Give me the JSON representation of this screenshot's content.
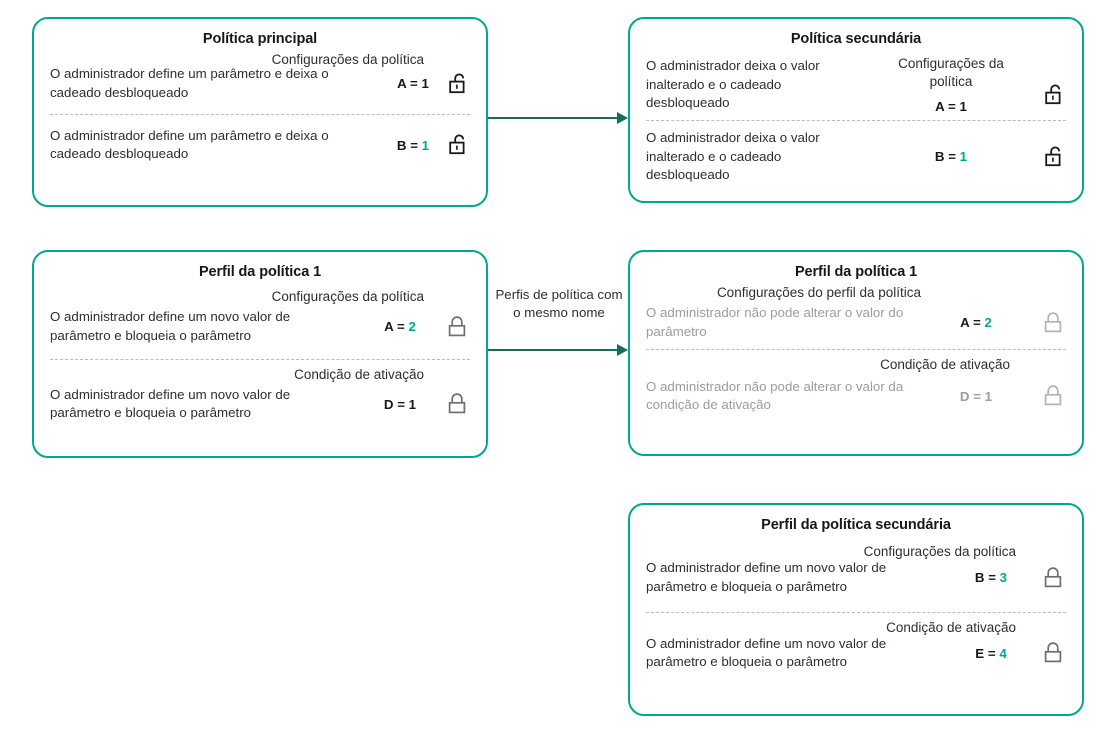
{
  "theme": {
    "card_border": "#00a88e",
    "accent": "#00a88e",
    "arrow": "#166e5e",
    "text": "#2c2f31",
    "muted": "#9a9ea1"
  },
  "cards": {
    "main_policy": {
      "title": "Política principal",
      "rows": [
        {
          "heading": "Configurações da política",
          "description": "O administrador define um parâmetro e deixa o cadeado desbloqueado",
          "param": "A =",
          "value": "1",
          "value_accent": false,
          "lock": "unlocked-padlock-icon",
          "muted": false
        },
        {
          "heading": "",
          "description": "O administrador define um parâmetro e deixa o cadeado desbloqueado",
          "param": "B =",
          "value": "1",
          "value_accent": true,
          "lock": "unlocked-padlock-icon",
          "muted": false
        }
      ]
    },
    "secondary_policy": {
      "title": "Política secundária",
      "rows": [
        {
          "heading": "Configurações da política",
          "description": "O administrador deixa o valor inalterado e o cadeado desbloqueado",
          "param": "A =",
          "value": "1",
          "value_accent": false,
          "lock": "unlocked-padlock-icon",
          "muted": false
        },
        {
          "heading": "",
          "description": "O administrador deixa o valor inalterado e o cadeado desbloqueado",
          "param": "B =",
          "value": "1",
          "value_accent": true,
          "lock": "unlocked-padlock-icon",
          "muted": false
        }
      ]
    },
    "policy_profile_1_left": {
      "title": "Perfil da política 1",
      "rows": [
        {
          "heading": "Configurações da política",
          "description": "O administrador define um novo valor de parâmetro e bloqueia o parâmetro",
          "param": "A =",
          "value": "2",
          "value_accent": true,
          "lock": "locked-padlock-icon",
          "muted": false
        },
        {
          "heading": "Condição de ativação",
          "description": "O administrador define um novo valor de parâmetro e bloqueia o parâmetro",
          "param": "D =",
          "value": "1",
          "value_accent": false,
          "lock": "locked-padlock-icon",
          "muted": false
        }
      ]
    },
    "policy_profile_1_right": {
      "title": "Perfil da política 1",
      "rows": [
        {
          "heading": "Configurações do perfil da política",
          "description": "O administrador não pode alterar o valor do parâmetro",
          "param": "A =",
          "value": "2",
          "value_accent": true,
          "lock": "locked-padlock-icon",
          "muted": true
        },
        {
          "heading": "Condição de ativação",
          "description": "O administrador não pode alterar o valor da condição de ativação",
          "param": "D =",
          "value": "1",
          "value_accent": false,
          "lock": "locked-padlock-icon",
          "muted": true
        }
      ]
    },
    "secondary_policy_profile": {
      "title": "Perfil da política secundária",
      "rows": [
        {
          "heading": "Configurações da política",
          "description": "O administrador define um novo valor de parâmetro e bloqueia o parâmetro",
          "param": "B =",
          "value": "3",
          "value_accent": true,
          "lock": "locked-padlock-icon",
          "muted": false
        },
        {
          "heading": "Condição de ativação",
          "description": "O administrador define um novo valor de parâmetro e bloqueia o parâmetro",
          "param": "E =",
          "value": "4",
          "value_accent": true,
          "lock": "locked-padlock-icon",
          "muted": false
        }
      ]
    }
  },
  "connectors": {
    "top_arrow_label": "",
    "middle_arrow_label": "Perfis de política com o mesmo nome"
  }
}
